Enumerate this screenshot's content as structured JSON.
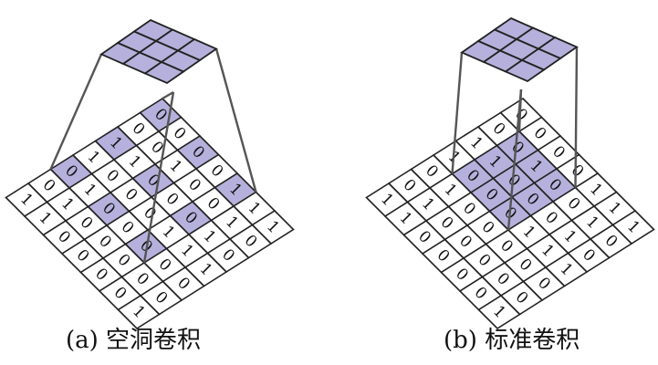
{
  "colors": {
    "highlight": "#b5b1dc",
    "cell": "#ffffff",
    "line": "#222222",
    "pyramid": "#555555"
  },
  "diagrams": [
    {
      "caption": "(a) 空洞卷积",
      "grid": [
        [
          "0",
          "0",
          "0",
          "0",
          "1",
          "1",
          "1"
        ],
        [
          "0",
          "0",
          "1",
          "0",
          "0",
          "1",
          "0"
        ],
        [
          "1",
          "1",
          "0",
          "0",
          "0",
          "1",
          "0"
        ],
        [
          "1",
          "0",
          "0",
          "0",
          "1",
          "1",
          "1"
        ],
        [
          "0",
          "1",
          "0",
          "0",
          "0",
          "0",
          "0"
        ],
        [
          "0",
          "1",
          "0",
          "0",
          "0",
          "0",
          "0"
        ],
        [
          "1",
          "1",
          "0",
          "0",
          "0",
          "0",
          "1"
        ]
      ],
      "highlight": [
        [
          0,
          0
        ],
        [
          0,
          2
        ],
        [
          0,
          4
        ],
        [
          2,
          0
        ],
        [
          2,
          2
        ],
        [
          2,
          4
        ],
        [
          4,
          0
        ],
        [
          4,
          2
        ],
        [
          4,
          4
        ]
      ]
    },
    {
      "caption": "(b) 标准卷积",
      "grid": [
        [
          "0",
          "0",
          "0",
          "0",
          "1",
          "1",
          "1"
        ],
        [
          "0",
          "0",
          "1",
          "0",
          "0",
          "1",
          "0"
        ],
        [
          "1",
          "1",
          "0",
          "0",
          "0",
          "1",
          "0"
        ],
        [
          "1",
          "0",
          "0",
          "0",
          "1",
          "1",
          "1"
        ],
        [
          "0",
          "1",
          "0",
          "0",
          "0",
          "0",
          "0"
        ],
        [
          "0",
          "1",
          "0",
          "0",
          "0",
          "0",
          "0"
        ],
        [
          "1",
          "1",
          "0",
          "0",
          "0",
          "0",
          "1"
        ]
      ],
      "highlight": [
        [
          1,
          1
        ],
        [
          1,
          2
        ],
        [
          1,
          3
        ],
        [
          2,
          1
        ],
        [
          2,
          2
        ],
        [
          2,
          3
        ],
        [
          3,
          1
        ],
        [
          3,
          2
        ],
        [
          3,
          3
        ]
      ]
    }
  ]
}
